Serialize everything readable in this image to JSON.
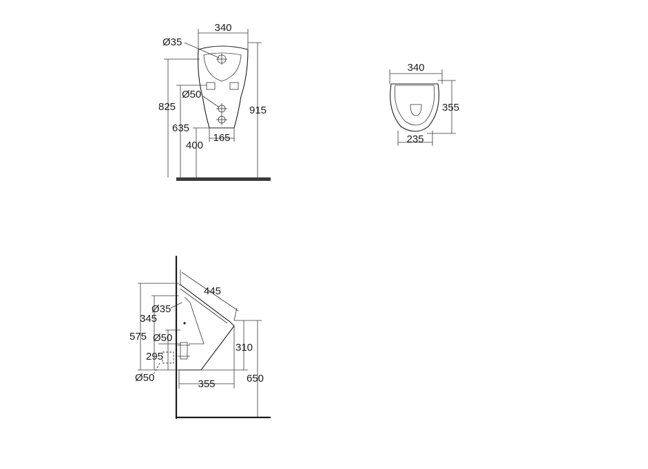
{
  "colors": {
    "line": "#1a1a1a",
    "floor": "#3a3a3a",
    "background": "#ffffff"
  },
  "front_view": {
    "width_top": "340",
    "waste_dia": "Ø35",
    "inlet_dia": "Ø50",
    "height_825": "825",
    "height_635": "635",
    "height_400": "400",
    "height_915": "915",
    "width_bottom": "165"
  },
  "top_view": {
    "width": "340",
    "depth": "355",
    "inner_width": "235"
  },
  "side_view": {
    "diagonal": "445",
    "waste_dia": "Ø35",
    "height_345": "345",
    "height_575": "575",
    "inlet_dia": "Ø50",
    "height_295": "295",
    "outlet_dia": "Ø50",
    "height_310": "310",
    "height_650": "650",
    "projection": "355"
  }
}
